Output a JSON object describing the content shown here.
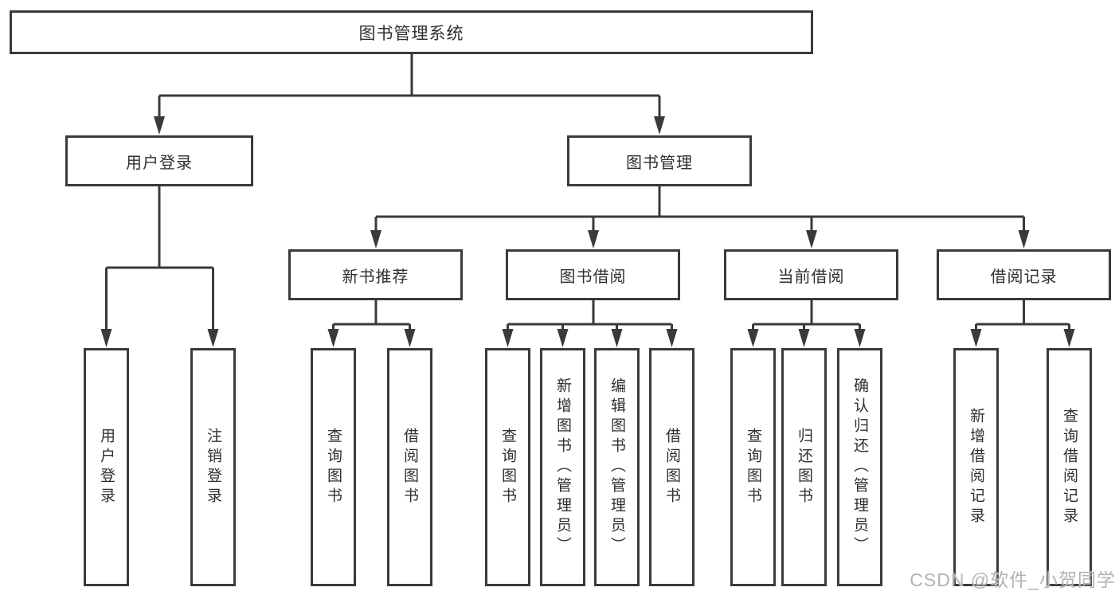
{
  "tree": {
    "root": {
      "label": "图书管理系统"
    },
    "children": [
      {
        "label": "用户登录",
        "children": [
          {
            "label": "用户登录"
          },
          {
            "label": "注销登录"
          }
        ]
      },
      {
        "label": "图书管理",
        "children": [
          {
            "label": "新书推荐",
            "children": [
              {
                "label": "查询图书"
              },
              {
                "label": "借阅图书"
              }
            ]
          },
          {
            "label": "图书借阅",
            "children": [
              {
                "label": "查询图书"
              },
              {
                "label": "新增图书（管理员）"
              },
              {
                "label": "编辑图书（管理员）"
              },
              {
                "label": "借阅图书"
              }
            ]
          },
          {
            "label": "当前借阅",
            "children": [
              {
                "label": "查询图书"
              },
              {
                "label": "归还图书"
              },
              {
                "label": "确认归还（管理员）"
              }
            ]
          },
          {
            "label": "借阅记录",
            "children": [
              {
                "label": "新增借阅记录"
              },
              {
                "label": "查询借阅记录"
              }
            ]
          }
        ]
      }
    ]
  },
  "watermark": {
    "text": "CSDN @软件_小贺同学"
  },
  "colors": {
    "line": "#3a3a3a",
    "text": "#2f2f2f",
    "watermark": "#b3b3b3",
    "background": "#ffffff"
  }
}
